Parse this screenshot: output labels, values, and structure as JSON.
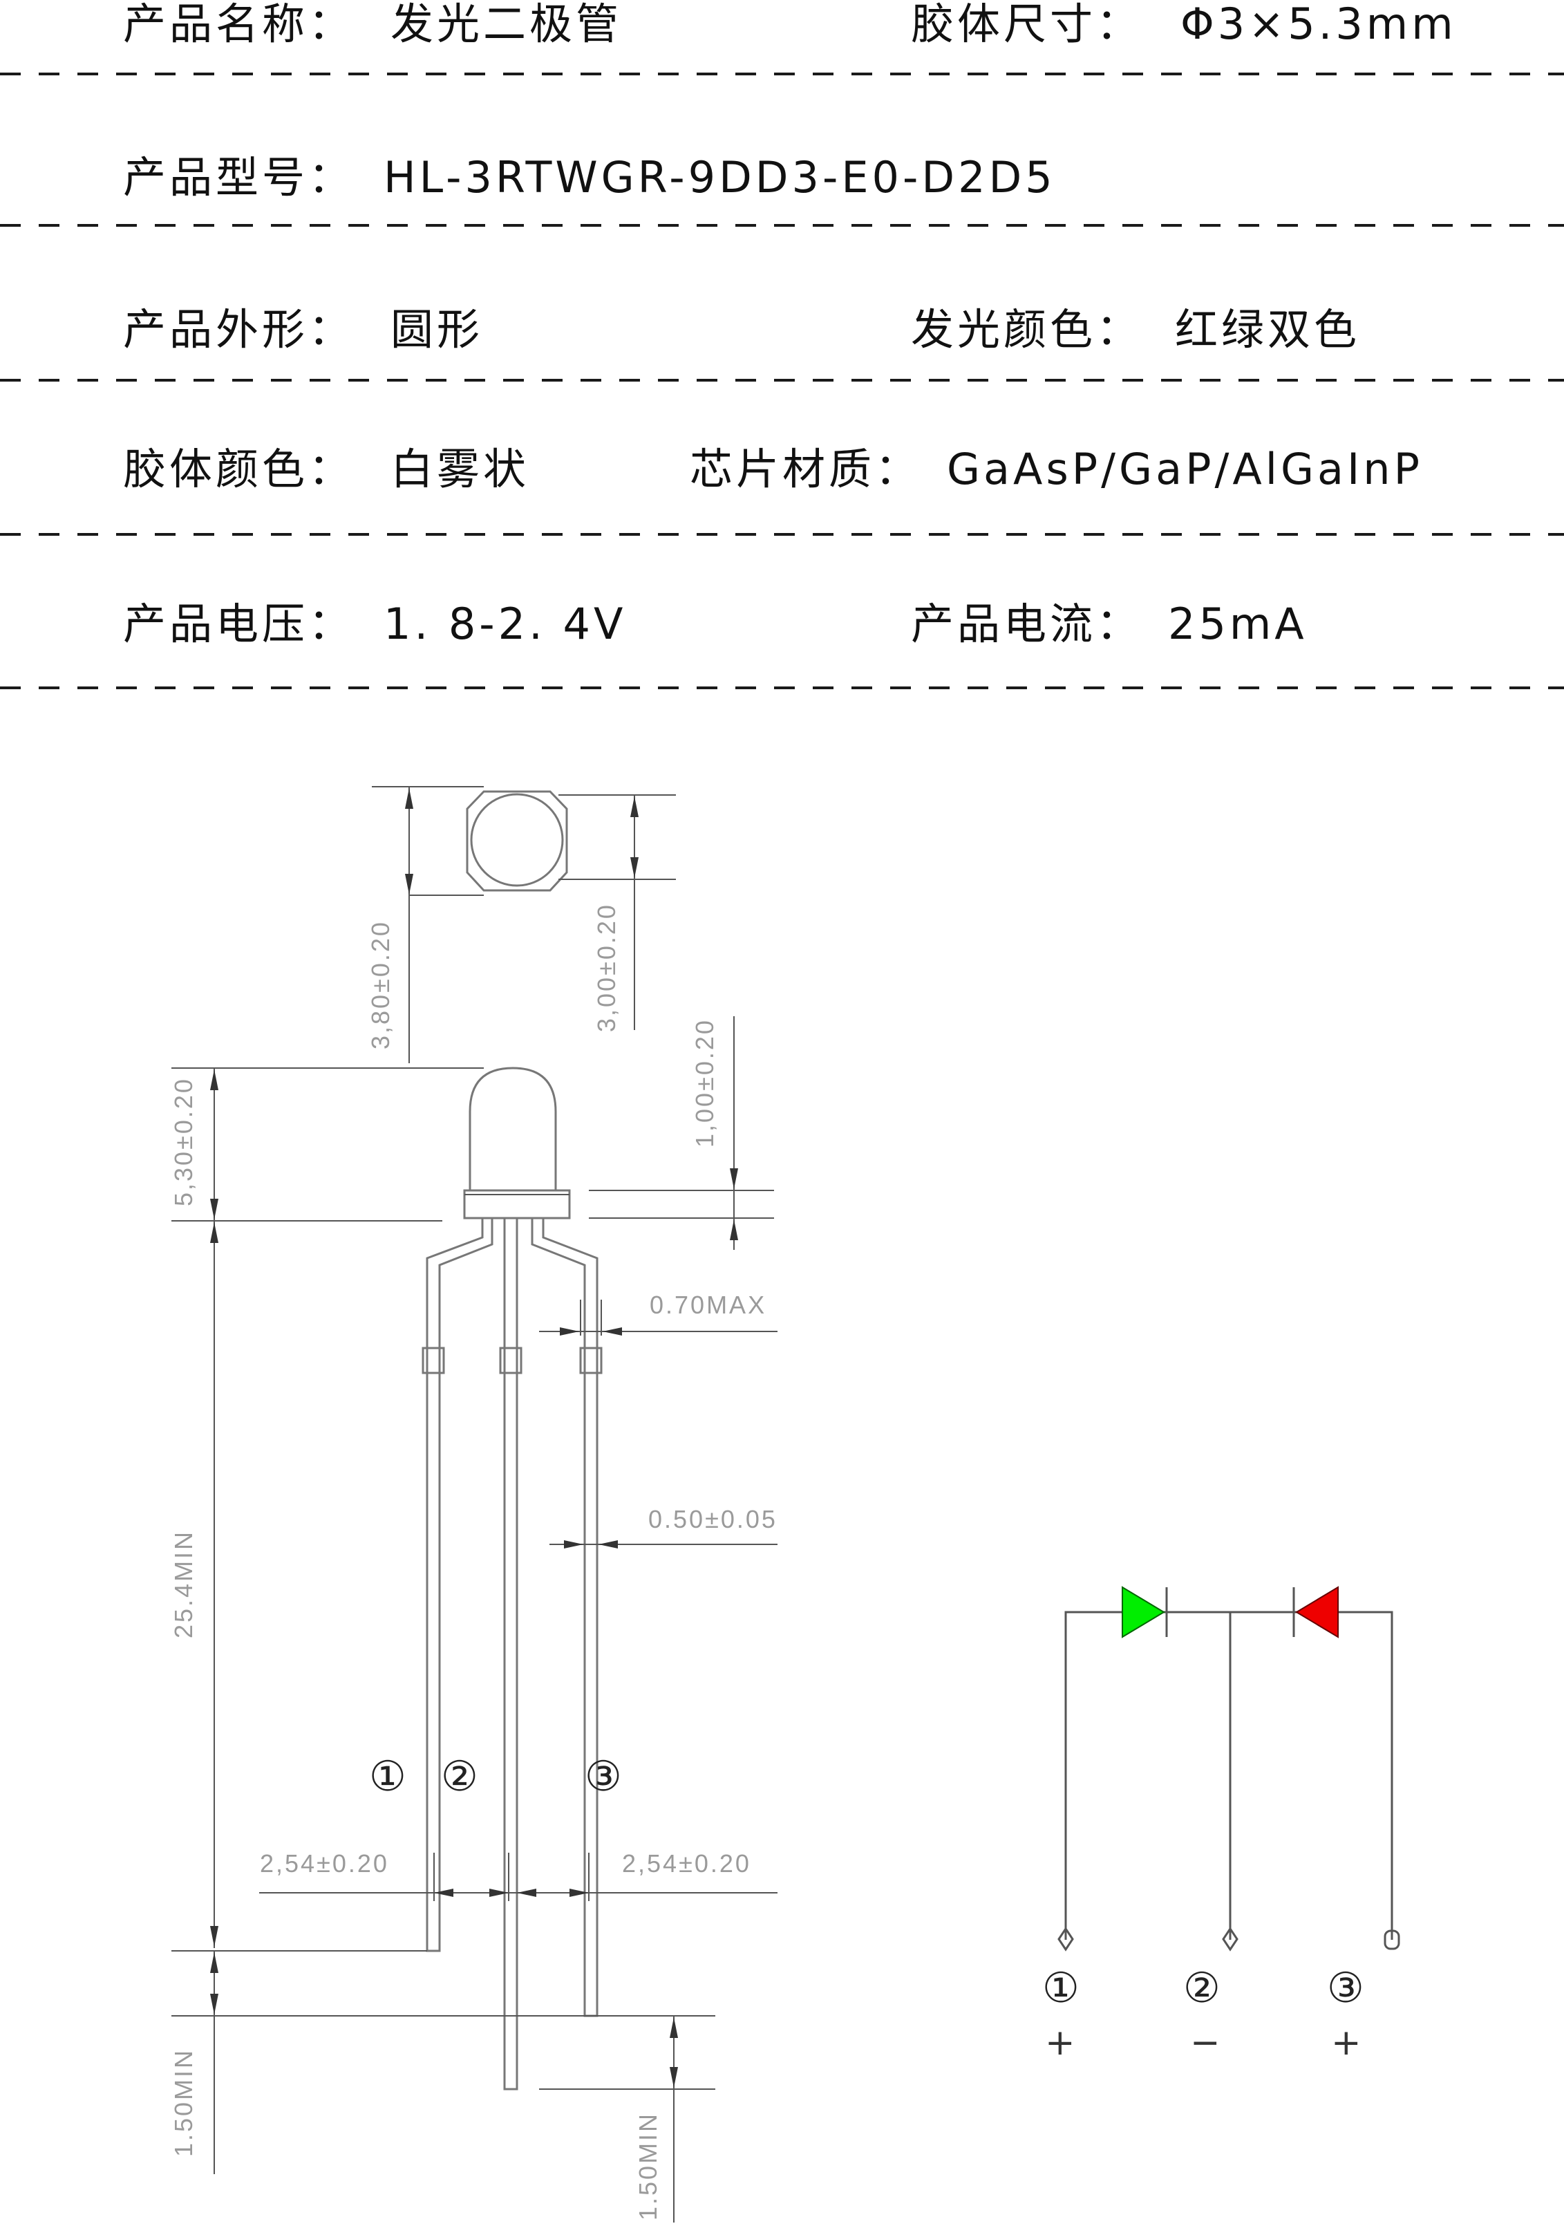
{
  "specs": {
    "name_label": "产品名称：",
    "name_value": "发光二极管",
    "size_label": "胶体尺寸：",
    "size_value": "Φ3×5.3mm",
    "model_label": "产品型号：",
    "model_value": "HL-3RTWGR-9DD3-E0-D2D5",
    "shape_label": "产品外形：",
    "shape_value": "圆形",
    "emit_label": "发光颜色：",
    "emit_value": "红绿双色",
    "body_label": "胶体颜色：",
    "body_value": "白雾状",
    "chip_label": "芯片材质：",
    "chip_value": "GaAsP/GaP/AlGaInP",
    "voltage_label": "产品电压：",
    "voltage_value": "1. 8-2. 4V",
    "current_label": "产品电流：",
    "current_value": "25mA"
  },
  "dimensions": {
    "top_diameter": "3,80±0.20",
    "inner_diameter": "3,00±0.20",
    "flange": "1,00±0.20",
    "body_height": "5,30±0.20",
    "lead_max": "0.70MAX",
    "lead_width": "0.50±0.05",
    "lead_length": "25.4MIN",
    "pitch_left": "2,54±0.20",
    "pitch_right": "2,54±0.20",
    "offset_left": "1.50MIN",
    "offset_right": "1.50MIN"
  },
  "pins": {
    "pin1": "①",
    "pin2": "②",
    "pin3": "③"
  },
  "schematic": {
    "pin1": "①",
    "pin2": "②",
    "pin3": "③",
    "sign1": "+",
    "sign2": "−",
    "sign3": "+",
    "green_color": "#00ee00",
    "red_color": "#ee0000"
  }
}
